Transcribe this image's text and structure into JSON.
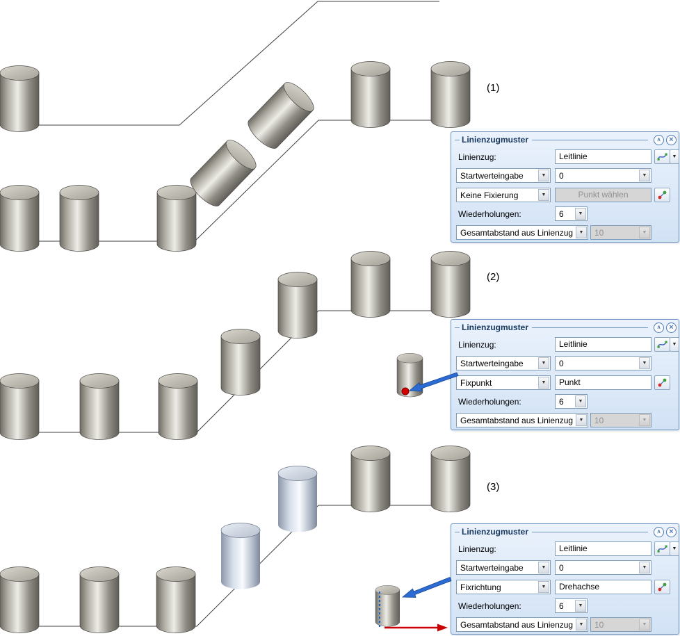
{
  "scene_labels": {
    "s1": "(1)",
    "s2": "(2)",
    "s3": "(3)"
  },
  "glyphs": {
    "dropdown_arrow": "▼",
    "collapse": "∧",
    "close": "×"
  },
  "colors": {
    "accent_blue": "#4d7ab5",
    "arrow_blue": "#2b6bd3",
    "marker_red": "#cc0000",
    "panel_bg": "#dce9f8"
  },
  "dialogs": [
    {
      "title": "Linienzugmuster",
      "linienzug_label": "Linienzug:",
      "linienzug_value": "Leitlinie",
      "start_select": "Startwerteingabe",
      "start_value": "0",
      "fix_select": "Keine Fixierung",
      "fix_field": "Punkt wählen",
      "fix_field_disabled": true,
      "wieder_label": "Wiederholungen:",
      "wieder_value": "6",
      "abstand_select": "Gesamtabstand aus Linienzug",
      "abstand_value": "10"
    },
    {
      "title": "Linienzugmuster",
      "linienzug_label": "Linienzug:",
      "linienzug_value": "Leitlinie",
      "start_select": "Startwerteingabe",
      "start_value": "0",
      "fix_select": "Fixpunkt",
      "fix_field": "Punkt",
      "fix_field_disabled": false,
      "wieder_label": "Wiederholungen:",
      "wieder_value": "6",
      "abstand_select": "Gesamtabstand aus Linienzug",
      "abstand_value": "10"
    },
    {
      "title": "Linienzugmuster",
      "linienzug_label": "Linienzug:",
      "linienzug_value": "Leitlinie",
      "start_select": "Startwerteingabe",
      "start_value": "0",
      "fix_select": "Fixrichtung",
      "fix_field": "Drehachse",
      "fix_field_disabled": false,
      "wieder_label": "Wiederholungen:",
      "wieder_value": "6",
      "abstand_select": "Gesamtabstand aus Linienzug",
      "abstand_value": "10"
    }
  ]
}
